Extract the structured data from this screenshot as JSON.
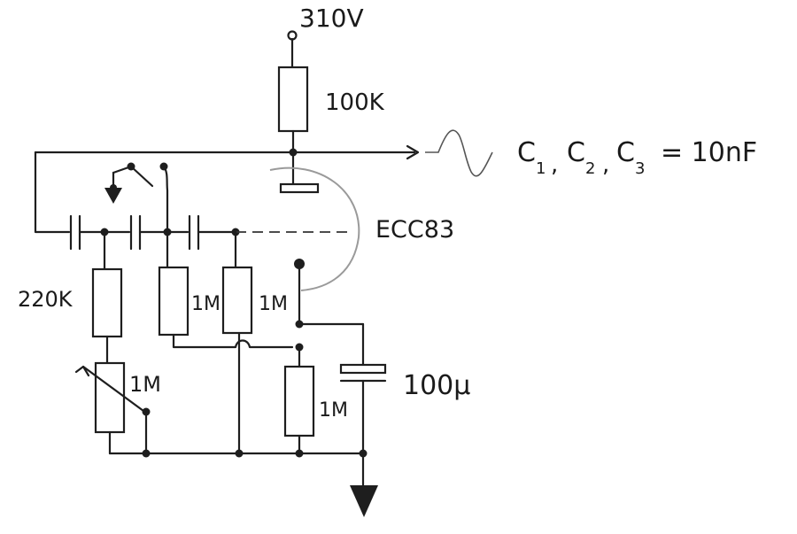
{
  "supply": {
    "voltage": "310V"
  },
  "components": {
    "anode_resistor": "100K",
    "tube": "ECC83",
    "series_resistor": "220K",
    "pot": "1M",
    "grid_resistor_left": "1M",
    "grid_resistor_right": "1M",
    "cathode_resistor": "1M",
    "cathode_cap": "100µ"
  },
  "notes": {
    "c1": "C",
    "c1_sub": "1",
    "c2": "C",
    "c2_sub": "2",
    "c3": "C",
    "c3_sub": "3",
    "eq": "= 10nF"
  }
}
